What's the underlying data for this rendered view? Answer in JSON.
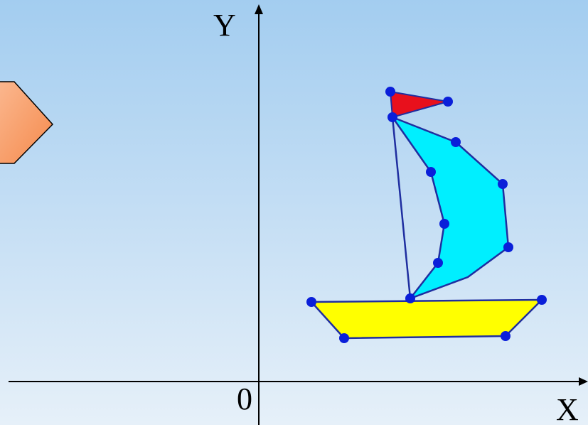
{
  "axes": {
    "x_label": "X",
    "y_label": "Y",
    "origin_label": "0"
  },
  "colors": {
    "background_top": "#a3cdf0",
    "background_bottom": "#e6f0f9",
    "outline": "#1f2ea0",
    "vertex": "#0a1fd9",
    "flag": "#e8101c",
    "sail": "#00efff",
    "hull": "#ffff00",
    "arrow_shape": "#f7a070"
  }
}
